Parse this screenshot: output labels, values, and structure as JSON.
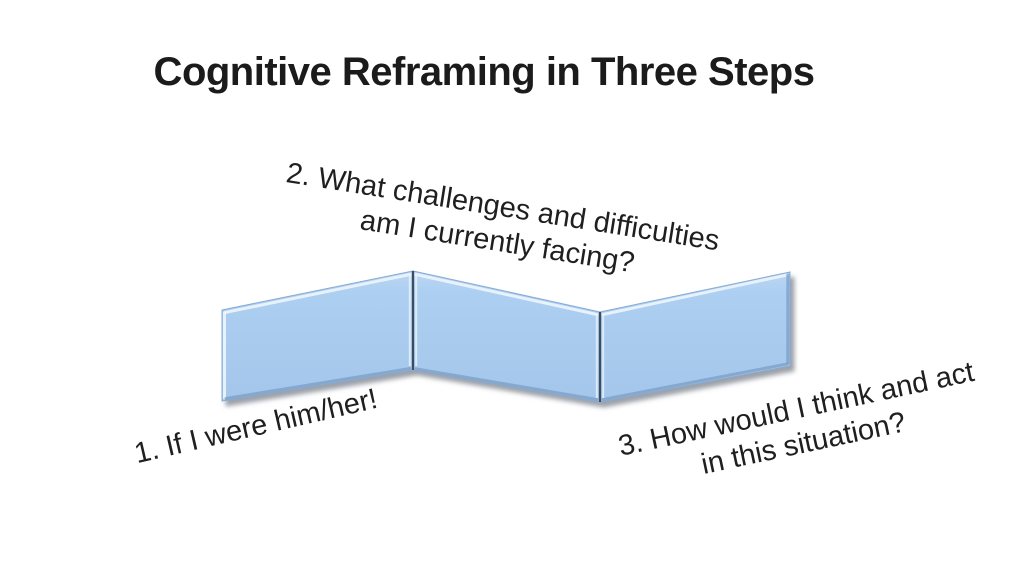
{
  "slide": {
    "title": "Cognitive Reframing in Three Steps",
    "steps": [
      {
        "id": "step-1",
        "lines": [
          "1. If I were him/her!",
          ""
        ]
      },
      {
        "id": "step-2",
        "lines": [
          "2. What challenges and difficulties",
          "am I currently facing?"
        ]
      },
      {
        "id": "step-3",
        "lines": [
          "3. How would I think and act",
          "in this situation?"
        ]
      }
    ],
    "graphic": {
      "shape": "zigzag-ribbon",
      "panel_count": 3,
      "colors": {
        "panel_fill": "#a8cbee",
        "panel_fill_light": "#bcd7f3",
        "panel_edge": "#86abd4",
        "panel_highlight": "#eef5fd",
        "panel_shade": "#7c9dc6",
        "fold_line": "#3e4c5e",
        "shadow": "#8b919a",
        "text": "#1f1f1f",
        "title_text": "#1b1b1b",
        "background": "#ffffff"
      }
    }
  }
}
